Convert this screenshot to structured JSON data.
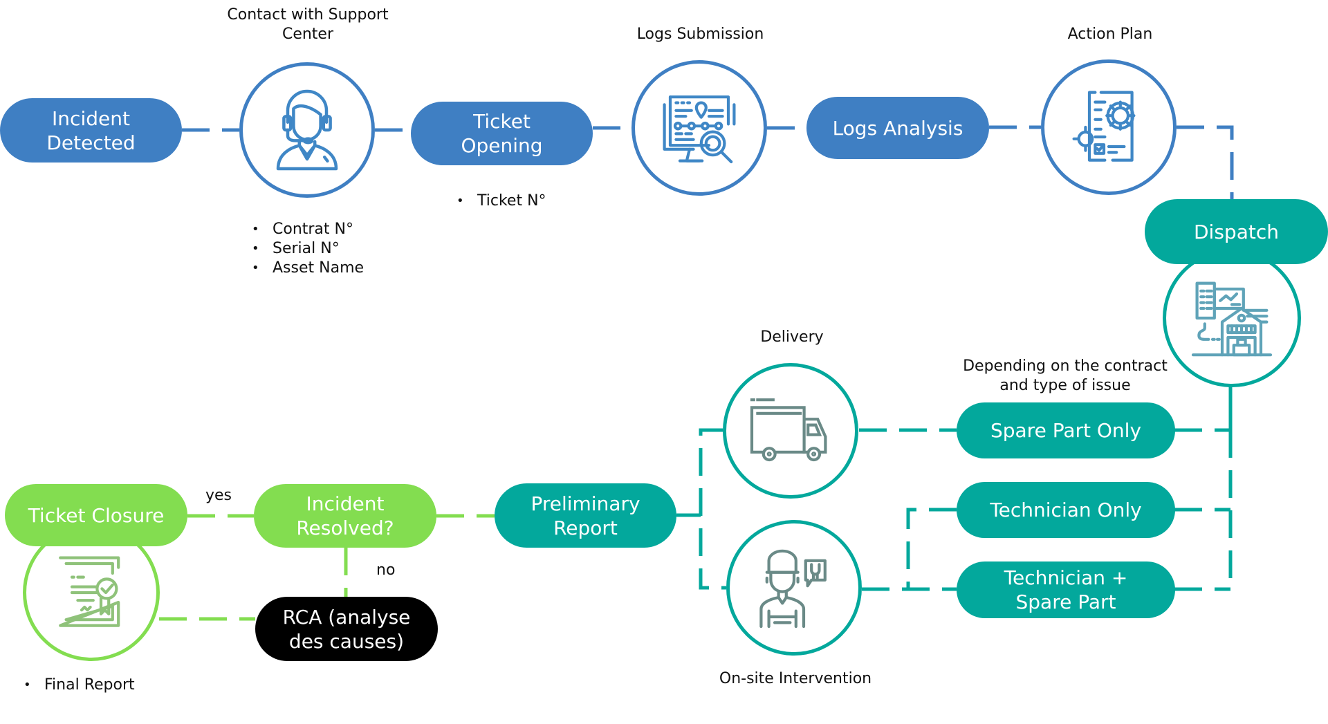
{
  "colors": {
    "blue": "#3f7fc3",
    "teal": "#03a89c",
    "green": "#83dd50",
    "black": "#000000",
    "icon_blue": "#3f87c6",
    "icon_gray": "#6a8a87",
    "icon_warehouse": "#5fa3b8",
    "icon_green": "#8fc27a"
  },
  "nodes": {
    "incident_detected": "Incident\nDetected",
    "ticket_opening": "Ticket\nOpening",
    "logs_analysis": "Logs Analysis",
    "dispatch": "Dispatch",
    "spare_part_only": "Spare Part Only",
    "technician_only": "Technician Only",
    "technician_spare_part": "Technician +\nSpare Part",
    "preliminary_report": "Preliminary\nReport",
    "incident_resolved": "Incident\nResolved?",
    "ticket_closure": "Ticket Closure",
    "rca": "RCA (analyse\ndes causes)"
  },
  "icons": {
    "support": "headset-agent-icon",
    "logs": "monitor-search-icon",
    "action_plan": "document-gears-icon",
    "warehouse": "warehouse-icon",
    "delivery": "delivery-truck-icon",
    "technician": "technician-wrench-icon",
    "final_report": "certificate-icon"
  },
  "labels": {
    "contact_support": "Contact with Support\nCenter",
    "logs_submission": "Logs Submission",
    "action_plan": "Action Plan",
    "delivery": "Delivery",
    "depending": "Depending on the contract\nand type of issue",
    "onsite": "On-site Intervention"
  },
  "bullets": {
    "contact": [
      "Contrat N°",
      "Serial N°",
      "Asset Name"
    ],
    "ticket": [
      "Ticket N°"
    ],
    "closure": [
      "Final Report"
    ]
  },
  "edges": {
    "yes": "yes",
    "no": "no"
  }
}
